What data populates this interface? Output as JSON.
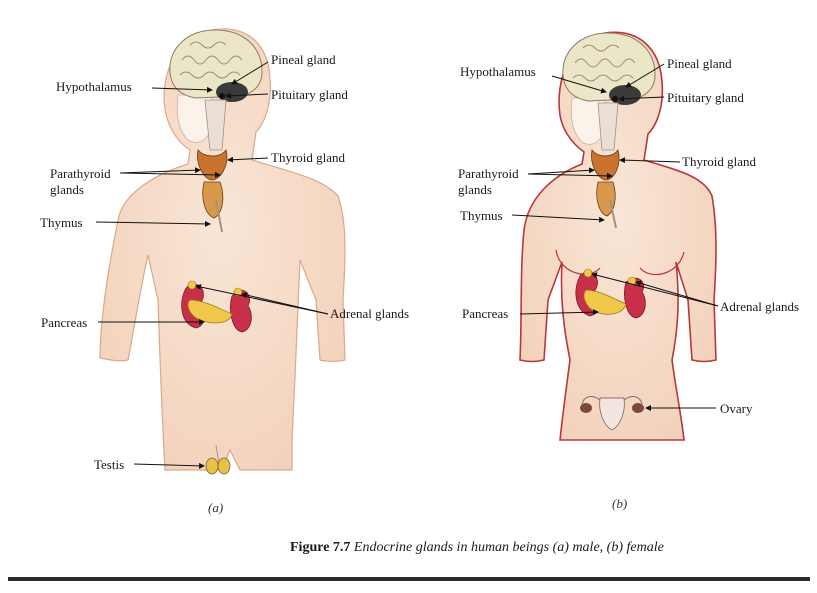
{
  "figure": {
    "caption_number": "Figure 7.7",
    "caption_text": "Endocrine glands in human beings (a) male, (b) female"
  },
  "male": {
    "panel_label": "(a)",
    "labels": {
      "pineal": "Pineal gland",
      "hypothalamus": "Hypothalamus",
      "pituitary": "Pituitary gland",
      "thyroid": "Thyroid gland",
      "parathyroid_line1": "Parathyroid",
      "parathyroid_line2": "glands",
      "thymus": "Thymus",
      "pancreas": "Pancreas",
      "adrenal": "Adrenal glands",
      "testis": "Testis"
    }
  },
  "female": {
    "panel_label": "(b)",
    "labels": {
      "pineal": "Pineal gland",
      "hypothalamus": "Hypothalamus",
      "pituitary": "Pituitary gland",
      "thyroid": "Thyroid gland",
      "parathyroid_line1": "Parathyroid",
      "parathyroid_line2": "glands",
      "thymus": "Thymus",
      "pancreas": "Pancreas",
      "adrenal": "Adrenal glands",
      "ovary": "Ovary"
    }
  },
  "colors": {
    "skin": "#f7dcc6",
    "skin_dark": "#efc3a4",
    "outline_male": "#d9a98a",
    "outline_female": "#b8383a",
    "brain": "#ece6c8",
    "kidney": "#c8304a",
    "pancreas": "#f2c84a",
    "thyroid": "#c8732e"
  }
}
